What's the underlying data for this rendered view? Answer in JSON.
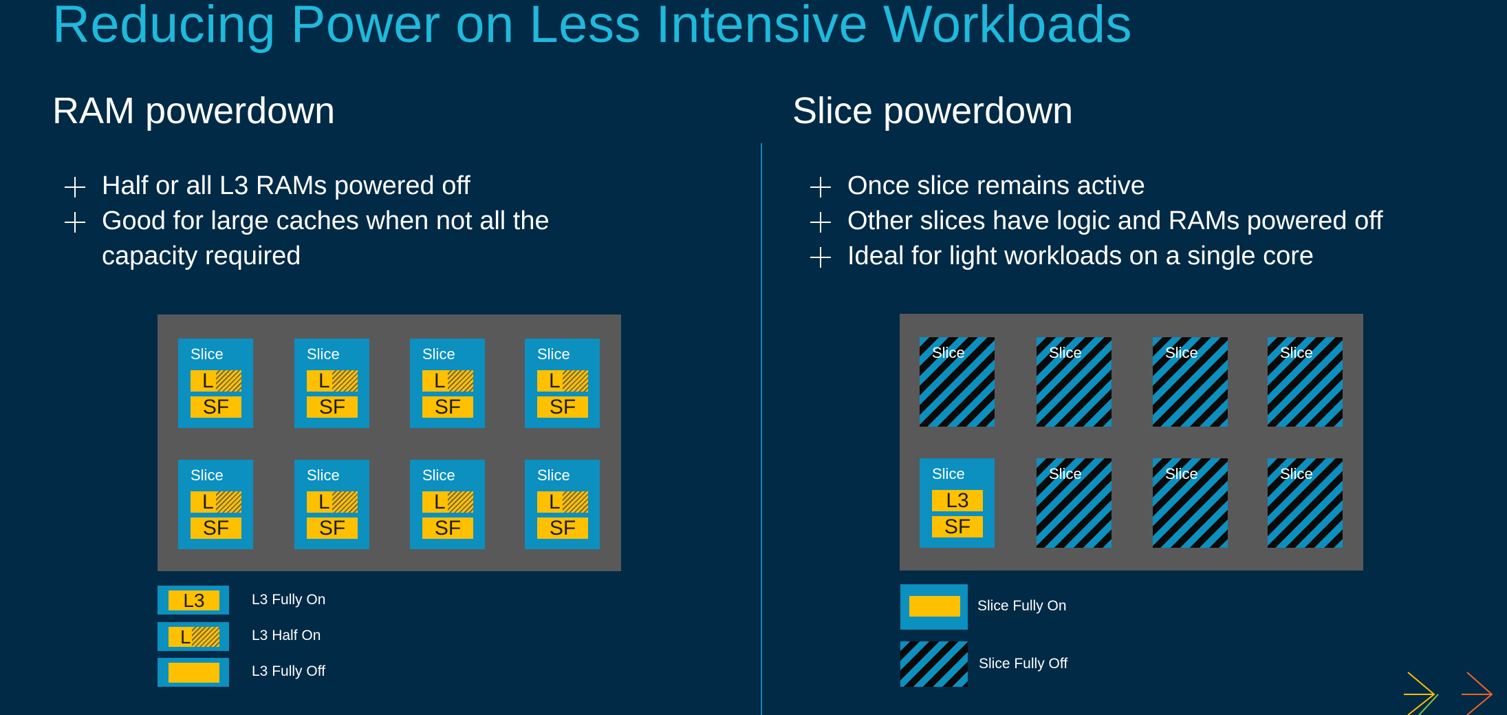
{
  "title": "Reducing Power on Less Intensive Workloads",
  "left": {
    "heading": "RAM powerdown",
    "bullets": [
      "Half or all L3 RAMs powered off",
      "Good for large caches when not all the capacity required"
    ],
    "slice_label": "Slice",
    "l3_half_letter": "L",
    "sf_label": "SF",
    "legend": [
      {
        "swatch": "L3",
        "label": "L3 Fully On"
      },
      {
        "swatch": "L",
        "label": "L3 Half On"
      },
      {
        "swatch": "",
        "label": "L3 Fully Off"
      }
    ]
  },
  "right": {
    "heading": "Slice powerdown",
    "bullets": [
      "Once slice remains active",
      "Other slices have logic and RAMs powered off",
      "Ideal for light workloads on a single core"
    ],
    "slice_label": "Slice",
    "active_l3": "L3",
    "active_sf": "SF",
    "legend": [
      {
        "label": "Slice Fully On"
      },
      {
        "label": "Slice Fully Off"
      }
    ]
  },
  "colors": {
    "background": "#002a46",
    "title": "#1fb9dc",
    "slice_blue": "#0b90c0",
    "cache_yellow": "#ffc000",
    "panel_gray": "#595959",
    "divider": "#1b7fb7"
  }
}
